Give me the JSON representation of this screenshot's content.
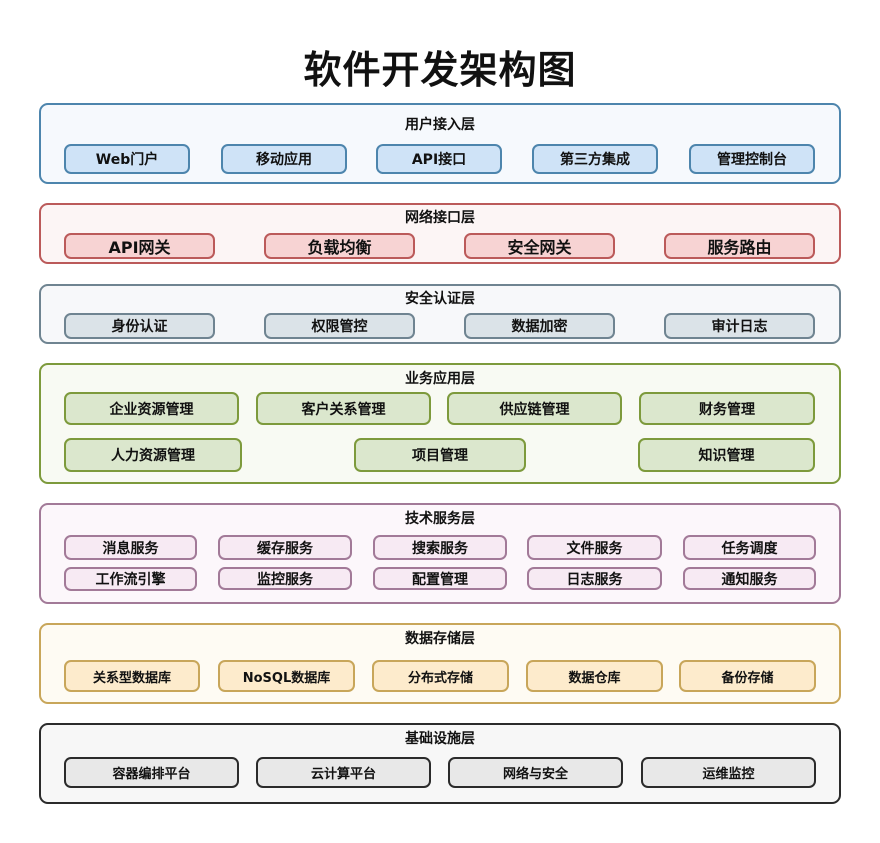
{
  "title": "软件开发架构图",
  "layers": {
    "user": {
      "title": "用户接入层",
      "items": [
        "Web门户",
        "移动应用",
        "API接口",
        "第三方集成",
        "管理控制台"
      ]
    },
    "net": {
      "title": "网络接口层",
      "items": [
        "API网关",
        "负载均衡",
        "安全网关",
        "服务路由"
      ]
    },
    "sec": {
      "title": "安全认证层",
      "items": [
        "身份认证",
        "权限管控",
        "数据加密",
        "审计日志"
      ]
    },
    "biz": {
      "title": "业务应用层",
      "items": [
        "企业资源管理",
        "客户关系管理",
        "供应链管理",
        "财务管理",
        "人力资源管理",
        "项目管理",
        "知识管理"
      ]
    },
    "tech": {
      "title": "技术服务层",
      "items": [
        "消息服务",
        "缓存服务",
        "搜索服务",
        "文件服务",
        "任务调度",
        "工作流引擎",
        "监控服务",
        "配置管理",
        "日志服务",
        "通知服务"
      ]
    },
    "data": {
      "title": "数据存储层",
      "items": [
        "关系型数据库",
        "NoSQL数据库",
        "分布式存储",
        "数据仓库",
        "备份存储"
      ]
    },
    "infra": {
      "title": "基础设施层",
      "items": [
        "容器编排平台",
        "云计算平台",
        "网络与安全",
        "运维监控"
      ]
    }
  },
  "colors": {
    "user": "#4d85ad",
    "net": "#bb5a5a",
    "sec": "#6f8491",
    "biz": "#7d9a3c",
    "tech": "#a27a98",
    "data": "#c8a65a",
    "infra": "#2b2b2b"
  }
}
